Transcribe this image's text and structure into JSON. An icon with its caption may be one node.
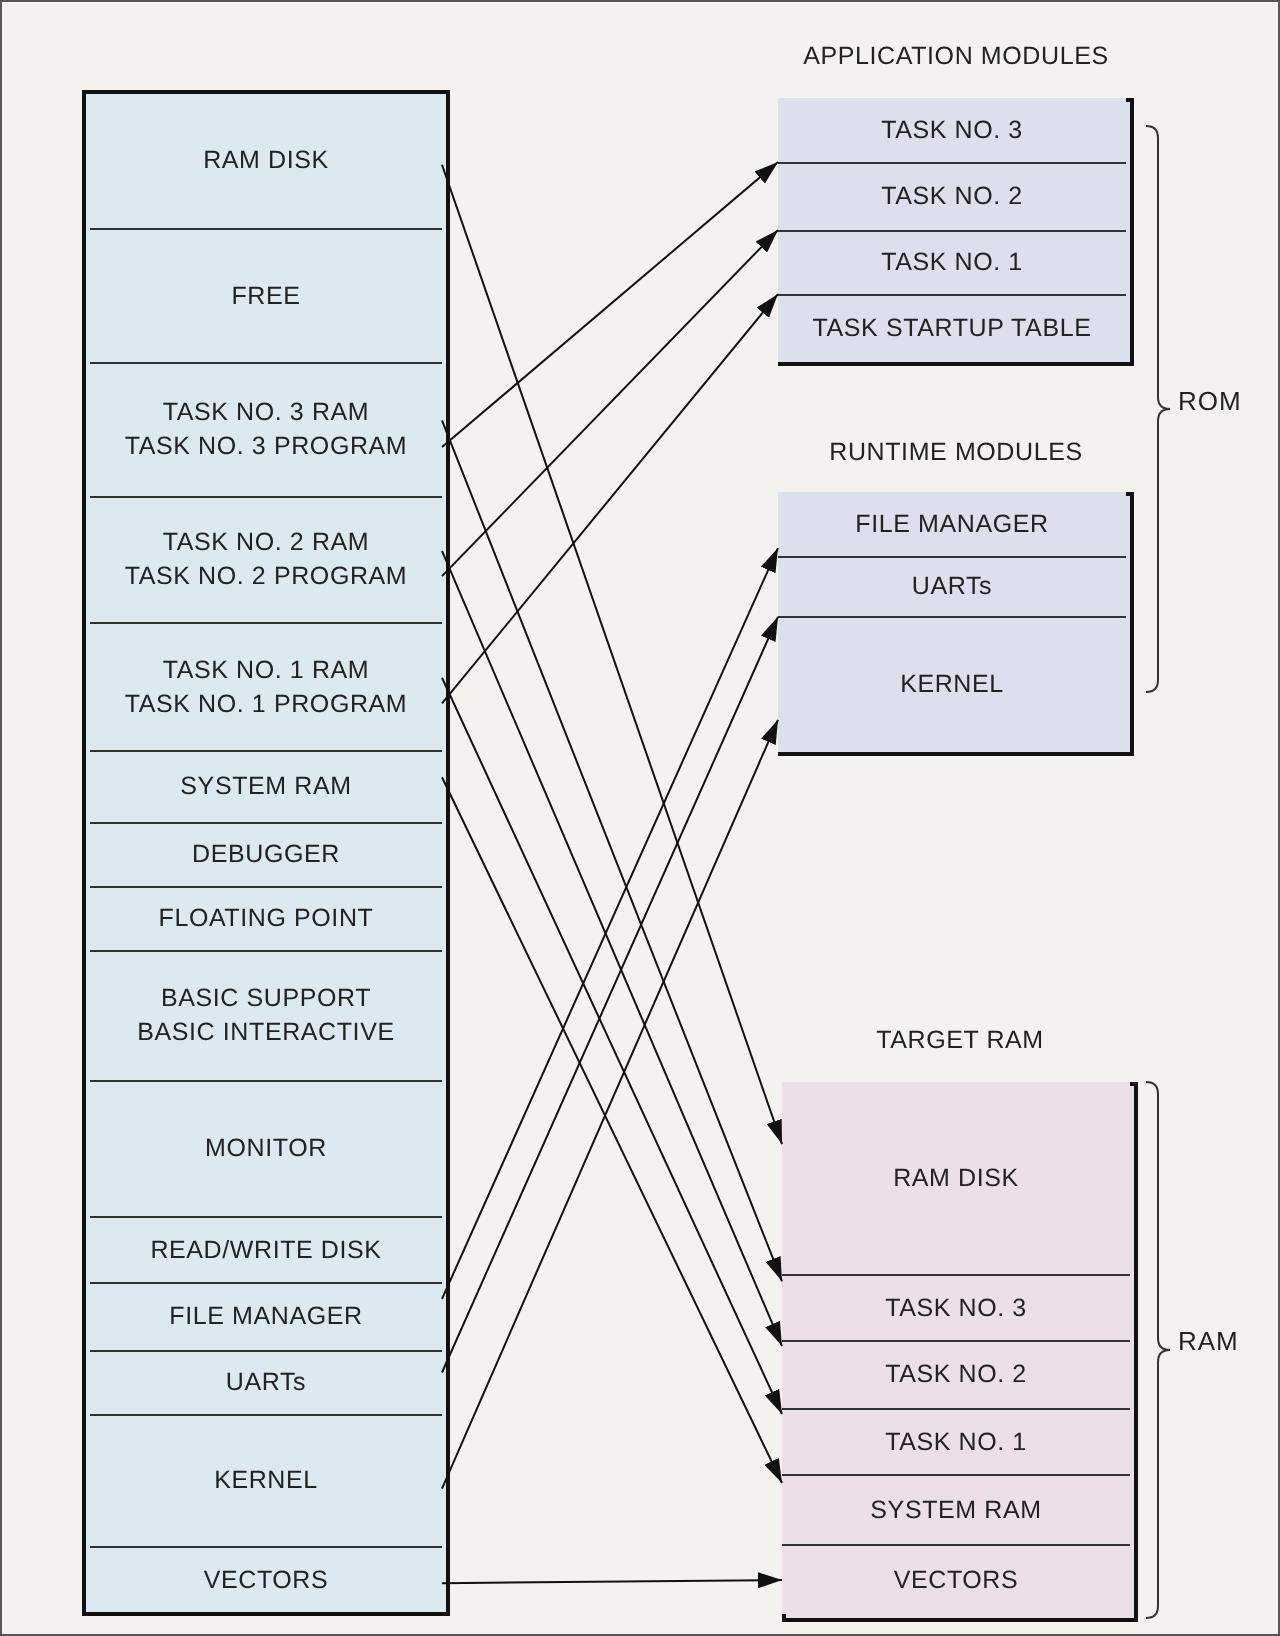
{
  "diagram": {
    "nodes": [
      {
        "text": [
          "RAM DISK"
        ]
      },
      {
        "text": [
          "FREE"
        ]
      },
      {
        "text": [
          "TASK NO. 3 RAM",
          "TASK NO. 3 PROGRAM"
        ]
      },
      {
        "text": [
          "TASK NO. 2 RAM",
          "TASK NO. 2 PROGRAM"
        ]
      },
      {
        "text": [
          "TASK NO. 1 RAM",
          "TASK NO. 1 PROGRAM"
        ]
      },
      {
        "text": [
          "SYSTEM RAM"
        ]
      },
      {
        "text": [
          "DEBUGGER"
        ]
      },
      {
        "text": [
          "FLOATING POINT"
        ]
      },
      {
        "text": [
          "BASIC SUPPORT",
          "BASIC INTERACTIVE"
        ]
      },
      {
        "text": [
          "MONITOR"
        ]
      },
      {
        "text": [
          "READ/WRITE DISK"
        ]
      },
      {
        "text": [
          "FILE MANAGER"
        ]
      },
      {
        "text": [
          "UARTs"
        ]
      },
      {
        "text": [
          "KERNEL"
        ]
      },
      {
        "text": [
          "VECTORS"
        ]
      },
      {
        "text": [
          "APPLICATION MODULES"
        ]
      },
      {
        "text": [
          "TASK NO. 3"
        ],
        "in": 15
      },
      {
        "text": [
          "TASK NO. 2"
        ],
        "in": 15
      },
      {
        "text": [
          "TASK NO. 1"
        ],
        "in": 15
      },
      {
        "text": [
          "TASK STARTUP TABLE"
        ],
        "in": 15
      },
      {
        "text": [
          "RUNTIME MODULES"
        ]
      },
      {
        "text": [
          "FILE MANAGER"
        ],
        "in": 20
      },
      {
        "text": [
          "UARTs"
        ],
        "in": 20
      },
      {
        "text": [
          "KERNEL"
        ],
        "in": 20
      },
      {
        "text": [
          "TARGET RAM"
        ]
      },
      {
        "text": [
          "RAM DISK"
        ],
        "in": 24
      },
      {
        "text": [
          "TASK NO. 3"
        ],
        "in": 24
      },
      {
        "text": [
          "TASK NO. 2"
        ],
        "in": 24
      },
      {
        "text": [
          "TASK NO. 1"
        ],
        "in": 24
      },
      {
        "text": [
          "SYSTEM RAM"
        ],
        "in": 24
      },
      {
        "text": [
          "VECTORS"
        ],
        "in": 24
      }
    ],
    "edges": [
      {
        "from": 0,
        "to": 25,
        "arrow": "to"
      },
      {
        "from": 2,
        "to": 16,
        "arrow": "to"
      },
      {
        "from": 3,
        "to": 17,
        "arrow": "to"
      },
      {
        "from": 4,
        "to": 18,
        "arrow": "to"
      },
      {
        "from": 2,
        "to": 26,
        "arrow": "to"
      },
      {
        "from": 3,
        "to": 27,
        "arrow": "to"
      },
      {
        "from": 4,
        "to": 28,
        "arrow": "to"
      },
      {
        "from": 5,
        "to": 29,
        "arrow": "to"
      },
      {
        "from": 11,
        "to": 21,
        "arrow": "to"
      },
      {
        "from": 12,
        "to": 22,
        "arrow": "to"
      },
      {
        "from": 13,
        "to": 23,
        "arrow": "to"
      },
      {
        "from": 14,
        "to": 30,
        "arrow": "to"
      }
    ],
    "labels": [
      "ROM",
      "RAM"
    ]
  }
}
